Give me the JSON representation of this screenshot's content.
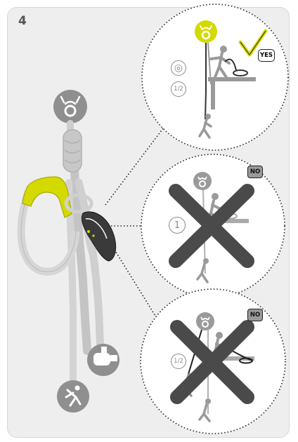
{
  "step": {
    "number": "4"
  },
  "panels": {
    "top": {
      "verdict": "YES",
      "marks": {
        "two_carabiners": "◎",
        "fraction": "1/2"
      }
    },
    "middle": {
      "verdict": "NO",
      "marks": {
        "one": "1"
      }
    },
    "bottom": {
      "verdict": "NO",
      "marks": {
        "fraction": "1/2"
      }
    }
  },
  "colors": {
    "accent": "#d4d900",
    "gray_icon": "#8f8f8f",
    "cross": "#4a4a4a",
    "background_card": "#eeeeee",
    "no_badge": "#9a9a9a"
  },
  "icons": [
    "antler-anchor-icon",
    "checkmark-icon",
    "cross-icon",
    "climber-icon",
    "hand-icon",
    "device-icon"
  ]
}
